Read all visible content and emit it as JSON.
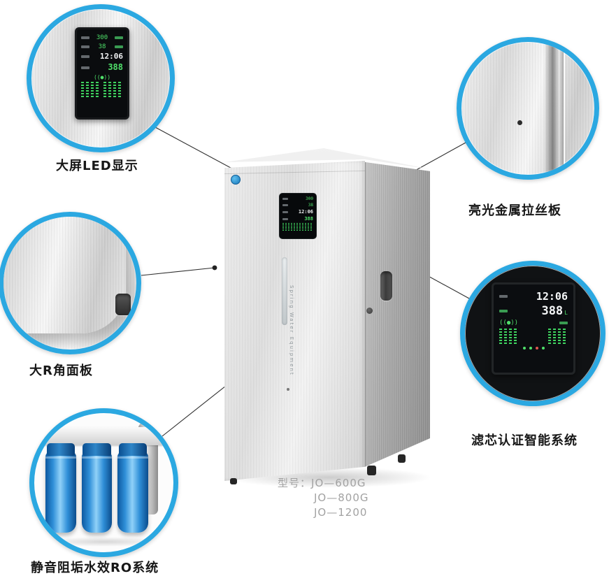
{
  "colors": {
    "ring_blue": "#2ba8e1",
    "label_text": "#171717",
    "model_text": "#a2a2a2",
    "led_green": "#4fe06a",
    "filter_blue": "#2f8fd8"
  },
  "callouts": [
    {
      "id": "led-display",
      "label": "大屏LED显示"
    },
    {
      "id": "metal-panel",
      "label": "亮光金属拉丝板"
    },
    {
      "id": "r-corner-panel",
      "label": "大R角面板"
    },
    {
      "id": "smart-system",
      "label": "滤芯认证智能系统"
    },
    {
      "id": "ro-system",
      "label": "静音阻垢水效RO系统"
    }
  ],
  "model_info": {
    "prefix": "型号：",
    "line1": "JO—600G",
    "line2": "JO—800G",
    "line3": "JO—1200"
  },
  "led_panel": {
    "v1": "300",
    "v2": "38",
    "time": "12:06",
    "value": "388",
    "signal": "((●))"
  },
  "smart_panel": {
    "time": "12:06",
    "value": "388",
    "unit": "L",
    "signal": "((●))"
  },
  "machine": {
    "vertical_text": "Spring Water Equipment"
  }
}
